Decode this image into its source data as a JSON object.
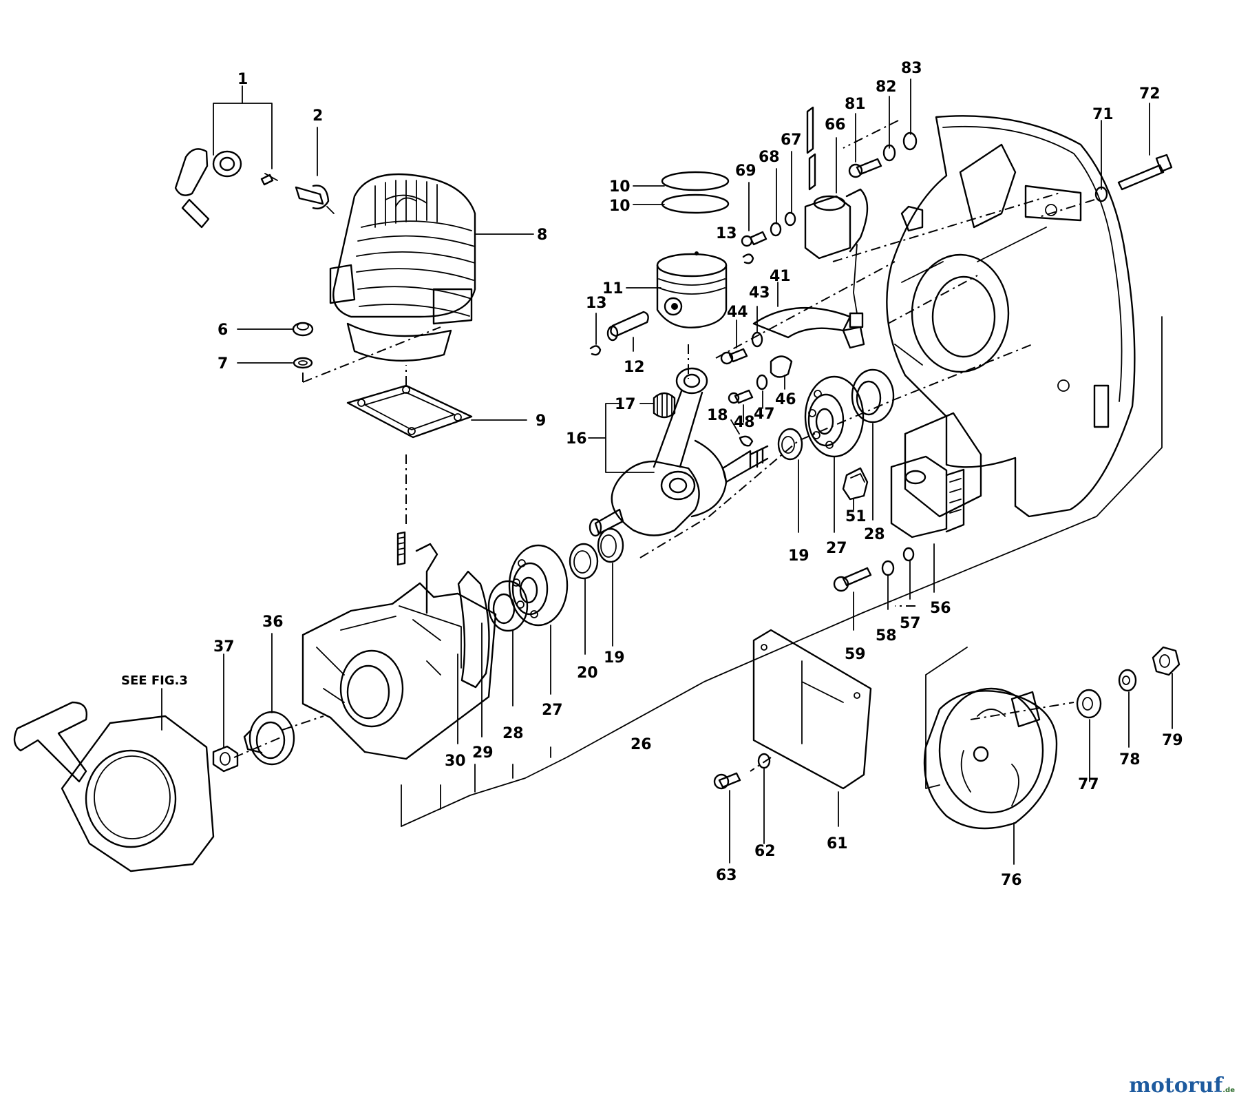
{
  "diagram": {
    "labels": {
      "p1": "1",
      "p2": "2",
      "p6": "6",
      "p7": "7",
      "p8": "8",
      "p9": "9",
      "p10a": "10",
      "p10b": "10",
      "p11": "11",
      "p12": "12",
      "p13a": "13",
      "p13b": "13",
      "p16": "16",
      "p17": "17",
      "p18": "18",
      "p19a": "19",
      "p19b": "19",
      "p20": "20",
      "p26": "26",
      "p27a": "27",
      "p27b": "27",
      "p28a": "28",
      "p28b": "28",
      "p29": "29",
      "p30": "30",
      "p36": "36",
      "p37": "37",
      "p41": "41",
      "p43": "43",
      "p44": "44",
      "p46": "46",
      "p47": "47",
      "p48": "48",
      "p51": "51",
      "p56": "56",
      "p57": "57",
      "p58": "58",
      "p59": "59",
      "p61": "61",
      "p62": "62",
      "p63": "63",
      "p66": "66",
      "p67": "67",
      "p68": "68",
      "p69": "69",
      "p71": "71",
      "p72": "72",
      "p76": "76",
      "p77": "77",
      "p78": "78",
      "p79": "79",
      "p81": "81",
      "p82": "82",
      "p83": "83",
      "see_fig": "SEE FIG.3"
    }
  },
  "watermark": {
    "text": "motoruf",
    "suffix": ".de",
    "color": "#1d5a9e"
  }
}
